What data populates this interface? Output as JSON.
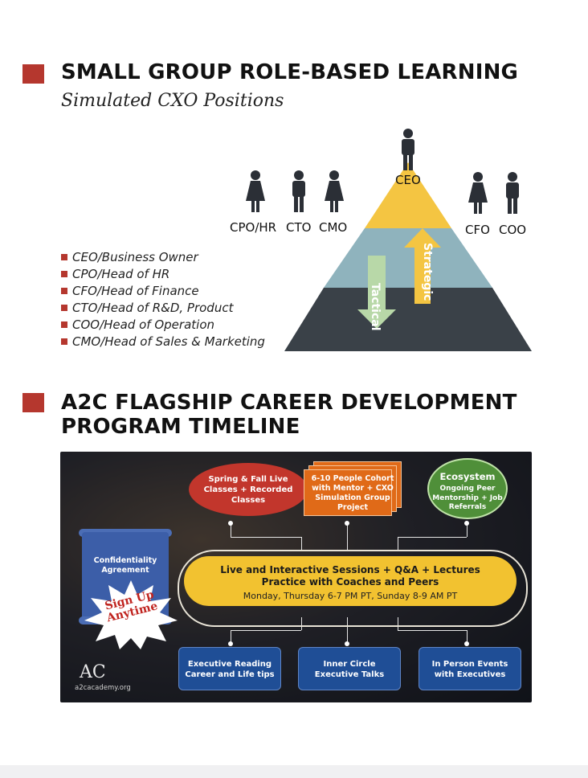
{
  "section1": {
    "title": "SMALL GROUP ROLE-BASED LEARNING",
    "subtitle": "Simulated CXO Positions",
    "roles": [
      "CEO/Business Owner",
      "CPO/Head of HR",
      "CFO/Head of Finance",
      "CTO/Head of R&D, Product",
      "COO/Head of Operation",
      "CMO/Head of Sales & Marketing"
    ],
    "pyramid": {
      "top_label": "CEO",
      "left_labels": [
        "CPO/HR",
        "CTO",
        "CMO"
      ],
      "right_labels": [
        "CFO",
        "COO"
      ],
      "arrow_down_label": "Tactical",
      "arrow_up_label": "Strategic",
      "colors": {
        "top": "#f4c542",
        "middle": "#8fb3bd",
        "bottom": "#3a4148",
        "down_arrow": "#b8d8a8",
        "up_arrow": "#f4c542"
      }
    }
  },
  "section2": {
    "title_line1": "A2C FLAGSHIP CAREER DEVELOPMENT",
    "title_line2": "PROGRAM TIMELINE",
    "timeline": {
      "bubble_classes": "Spring & Fall Live Classes + Recorded Classes",
      "cohort": "6-10 People Cohort with Mentor + CXO Simulation Group Project",
      "eco_title": "Ecosystem",
      "eco_text": "Ongoing Peer Mentorship + Job Referrals",
      "center_line1": "Live and Interactive Sessions + Q&A + Lectures",
      "center_line2": "Practice with Coaches and Peers",
      "center_line3": "Monday, Thursday 6-7 PM PT, Sunday 8-9 AM PT",
      "confidentiality": "Confidentiality Agreement",
      "signup": "Sign Up Anytime",
      "box1": "Executive Reading Career and Life tips",
      "box2": "Inner Circle Executive Talks",
      "box3": "In Person Events with Executives",
      "logo_mark": "AC",
      "logo_url_text": "a2cacademy.org"
    }
  },
  "colors": {
    "accent": "#b5372e"
  }
}
